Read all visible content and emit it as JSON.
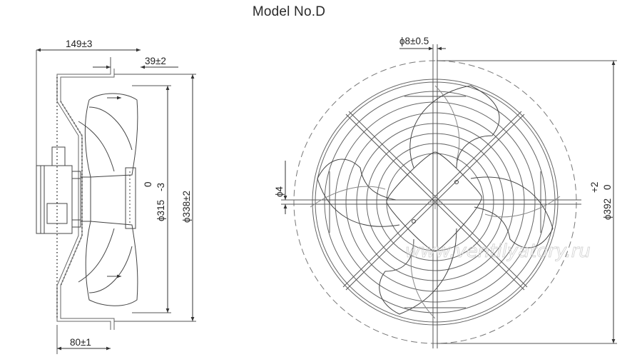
{
  "title": "Model No.D",
  "side_view": {
    "dim_depth_total": "149±3",
    "dim_offset": "39±2",
    "dim_bracket": "80±1",
    "dim_blade_dia": "ϕ315",
    "dim_blade_tol_upper": "0",
    "dim_blade_tol_lower": "-3",
    "dim_guard_dia": "ϕ338±2"
  },
  "front_view": {
    "dim_rod": "ϕ8±0.5",
    "dim_hole": "ϕ4",
    "dim_outer_dia": "ϕ392",
    "dim_outer_tol_upper": "+2",
    "dim_outer_tol_lower": "0"
  },
  "watermark": "www.ventilyatory.ru",
  "colors": {
    "line": "#555555",
    "dim": "#222222",
    "dash": "#777777"
  }
}
